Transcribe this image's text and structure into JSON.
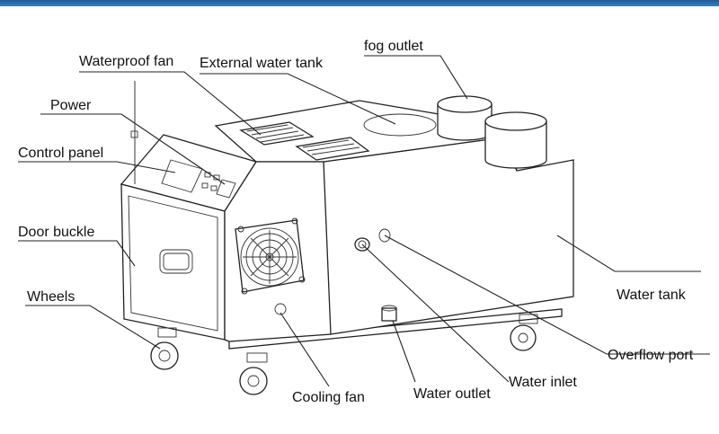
{
  "diagram": {
    "labels": {
      "waterproof_fan": "Waterproof fan",
      "external_water_tank": "External water tank",
      "fog_outlet": "fog outlet",
      "power": "Power",
      "control_panel": "Control panel",
      "door_buckle": "Door buckle",
      "wheels": "Wheels",
      "cooling_fan": "Cooling fan",
      "water_outlet": "Water outlet",
      "water_inlet": "Water inlet",
      "overflow_port": "Overflow port",
      "water_tank": "Water tank"
    }
  },
  "colors": {
    "header_bar": "#2a6aab",
    "line": "#222222",
    "background": "#ffffff"
  }
}
